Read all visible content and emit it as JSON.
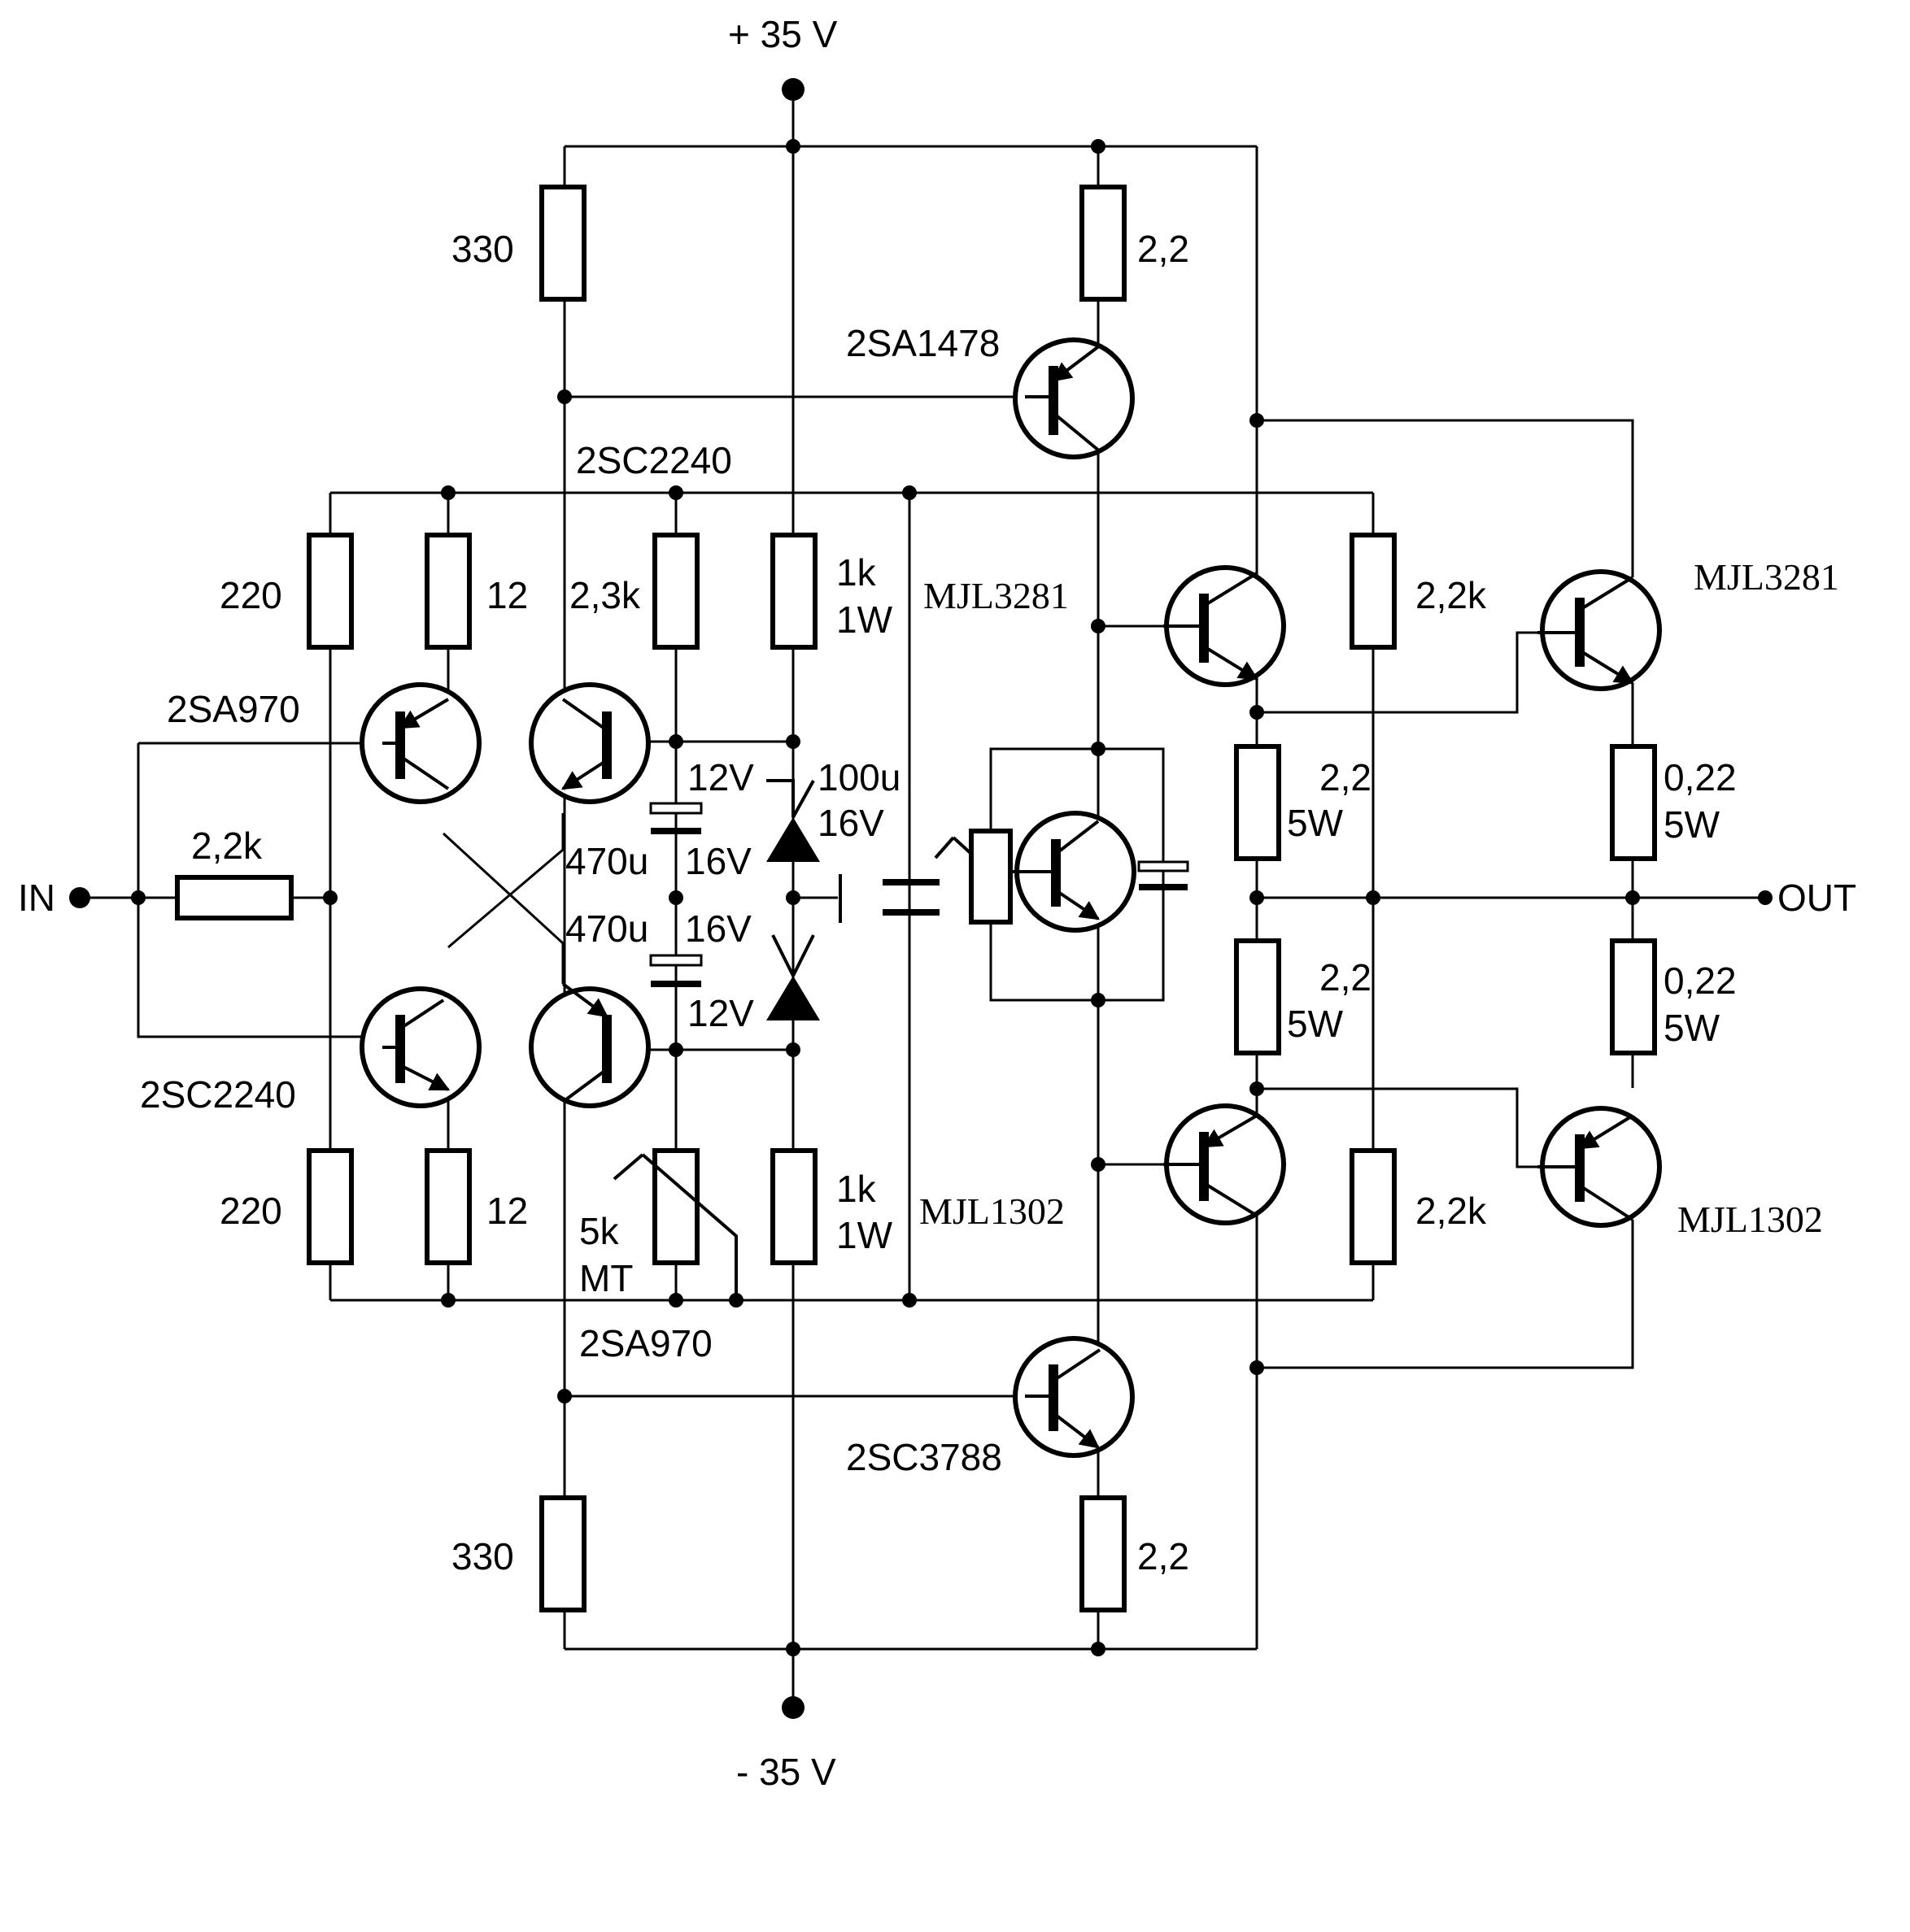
{
  "rails": {
    "positive": "+ 35 V",
    "negative": "- 35 V"
  },
  "io": {
    "input": "IN",
    "output": "OUT"
  },
  "resistors": {
    "r330_top": "330",
    "r22_top": "2,2",
    "r220_top": "220",
    "r12_top": "12",
    "r23k": "2,3k",
    "r1k_top_a": "1k",
    "r1k_top_b": "1W",
    "r22k_right_top": "2,2k",
    "r22k_input": "2,2k",
    "r22_5w_mid_top_a": "2,2",
    "r22_5w_mid_top_b": "5W",
    "r022_top_a": "0,22",
    "r022_top_b": "5W",
    "r22_5w_mid_bot_a": "2,2",
    "r22_5w_mid_bot_b": "5W",
    "r022_bot_a": "0,22",
    "r022_bot_b": "5W",
    "r220_bot": "220",
    "r12_bot": "12",
    "pot_a": "5k",
    "pot_b": "MT",
    "r1k_bot_a": "1k",
    "r1k_bot_b": "1W",
    "r22k_right_bot": "2,2k",
    "r330_bot": "330",
    "r22_bot": "2,2"
  },
  "capacitors": {
    "c100u_a": "100u",
    "c100u_b": "16V",
    "c470u_top_a": "470u",
    "c470u_top_b": "16V",
    "c470u_bot_a": "470u",
    "c470u_bot_b": "16V"
  },
  "zeners": {
    "z_top": "12V",
    "z_bot": "12V"
  },
  "transistors": {
    "q_2sa1478": "2SA1478",
    "q_2sc2240_top": "2SC2240",
    "q_2sa970_top": "2SA970",
    "q_mjl3281_driver": "MJL3281",
    "q_mjl3281_out": "MJL3281",
    "q_2sc2240_bot": "2SC2240",
    "q_mjl1302_driver": "MJL1302",
    "q_mjl1302_out": "MJL1302",
    "q_2sa970_bot": "2SA970",
    "q_2sc3788": "2SC3788"
  }
}
